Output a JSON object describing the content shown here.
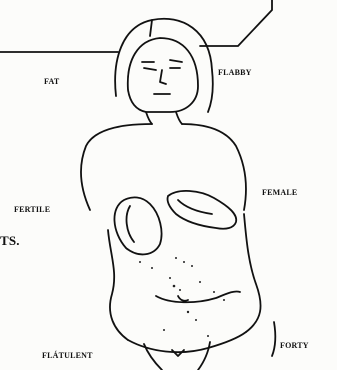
{
  "labels": {
    "fat": "FAT",
    "flabby": "FLABBY",
    "fertile": "FERTILE",
    "female": "FEMALE",
    "flatulent": "FLÁTULENT",
    "forty": "FORTY",
    "partial_text": "TS."
  },
  "colors": {
    "ink": "#111111",
    "paper": "#fcfcfa"
  }
}
